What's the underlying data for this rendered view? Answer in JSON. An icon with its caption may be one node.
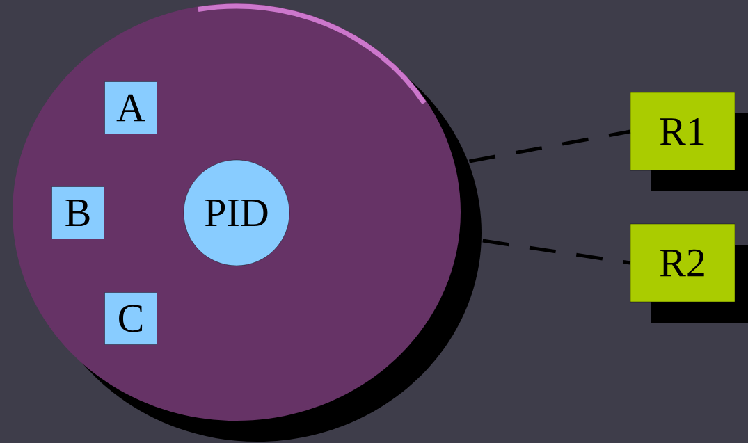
{
  "diagram": {
    "nodes": [
      {
        "text": [],
        "shape": "circle"
      },
      {
        "text": [
          "A"
        ],
        "in": 0
      },
      {
        "text": [
          "B"
        ],
        "in": 0
      },
      {
        "text": [
          "PID"
        ],
        "in": 0
      },
      {
        "text": [
          "C"
        ],
        "in": 0
      },
      {
        "text": [
          "R1"
        ]
      },
      {
        "text": [
          "R2"
        ]
      }
    ],
    "edges": [
      {
        "from": 0,
        "to": 5,
        "arrow": "none",
        "style": "dashed"
      },
      {
        "from": 0,
        "to": 6,
        "arrow": "none",
        "style": "dashed"
      }
    ]
  }
}
